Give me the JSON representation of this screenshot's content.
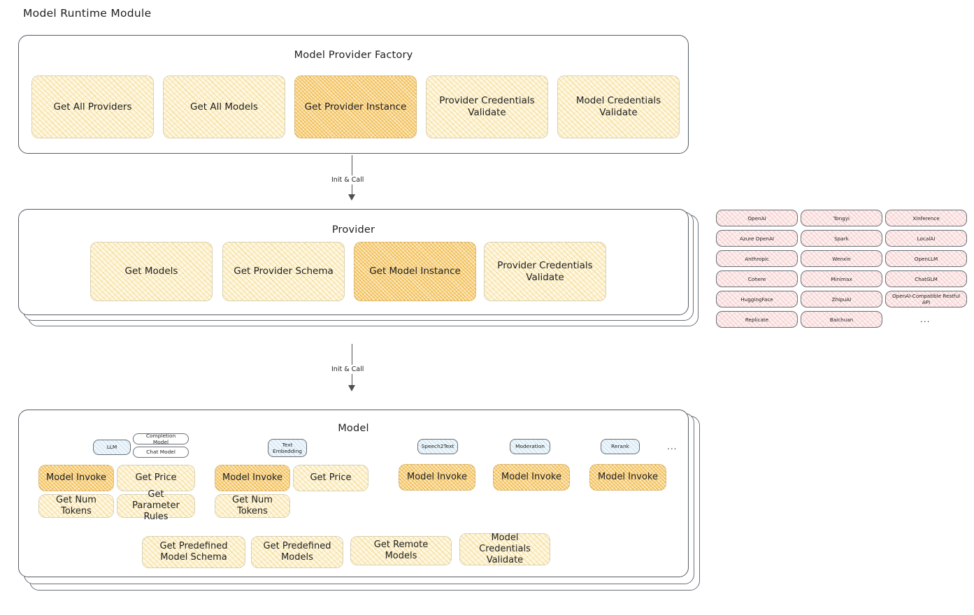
{
  "page": {
    "title": "Model Runtime Module"
  },
  "factory": {
    "title": "Model Provider Factory",
    "nodes": [
      {
        "label": "Get All Providers",
        "highlight": false
      },
      {
        "label": "Get All Models",
        "highlight": false
      },
      {
        "label": "Get Provider Instance",
        "highlight": true
      },
      {
        "label": "Provider Credentials Validate",
        "highlight": false
      },
      {
        "label": "Model Credentials Validate",
        "highlight": false
      }
    ]
  },
  "arrows": [
    {
      "label": "Init & Call"
    },
    {
      "label": "Init & Call"
    }
  ],
  "provider": {
    "title": "Provider",
    "nodes": [
      {
        "label": "Get Models",
        "highlight": false
      },
      {
        "label": "Get Provider Schema",
        "highlight": false
      },
      {
        "label": "Get Model Instance",
        "highlight": true
      },
      {
        "label": "Provider Credentials Validate",
        "highlight": false
      }
    ]
  },
  "provider_list": {
    "columns": [
      [
        "OpenAI",
        "Azure OpenAI",
        "Anthropic",
        "Cohere",
        "HuggingFace",
        "Replicate"
      ],
      [
        "Tongyi",
        "Spark",
        "Wenxin",
        "Minimax",
        "ZhipuAI",
        "Baichuan"
      ],
      [
        "Xinference",
        "LocalAI",
        "OpenLLM",
        "ChatGLM",
        "OpenAI-Compatible Restful API"
      ]
    ],
    "more": "..."
  },
  "model": {
    "title": "Model",
    "more_types": "...",
    "types": [
      {
        "name": "LLM",
        "subtypes": [
          "Completion Model",
          "Chat Model"
        ],
        "nodes": [
          {
            "label": "Model Invoke",
            "highlight": true
          },
          {
            "label": "Get Price",
            "highlight": false
          },
          {
            "label": "Get Num Tokens",
            "highlight": false
          },
          {
            "label": "Get Parameter Rules",
            "highlight": false
          }
        ]
      },
      {
        "name": "Text Embedding",
        "subtypes": [],
        "nodes": [
          {
            "label": "Model Invoke",
            "highlight": true
          },
          {
            "label": "Get Price",
            "highlight": false
          },
          {
            "label": "Get Num Tokens",
            "highlight": false
          }
        ]
      },
      {
        "name": "Speech2Text",
        "subtypes": [],
        "nodes": [
          {
            "label": "Model Invoke",
            "highlight": true
          }
        ]
      },
      {
        "name": "Moderation",
        "subtypes": [],
        "nodes": [
          {
            "label": "Model Invoke",
            "highlight": true
          }
        ]
      },
      {
        "name": "Rerank",
        "subtypes": [],
        "nodes": [
          {
            "label": "Model Invoke",
            "highlight": true
          }
        ]
      }
    ],
    "common_nodes": [
      {
        "label": "Get Predefined Model Schema"
      },
      {
        "label": "Get Predefined Models"
      },
      {
        "label": "Get Remote Models"
      },
      {
        "label": "Model Credentials Validate"
      }
    ]
  },
  "colors": {
    "highlight_fill": "#fbe9c0",
    "node_fill": "#fdf7e3",
    "provider_chip_fill": "#fdf0f0",
    "type_chip_fill": "#eef6fb",
    "stroke": "#555c63",
    "text": "#1e1e1e"
  }
}
